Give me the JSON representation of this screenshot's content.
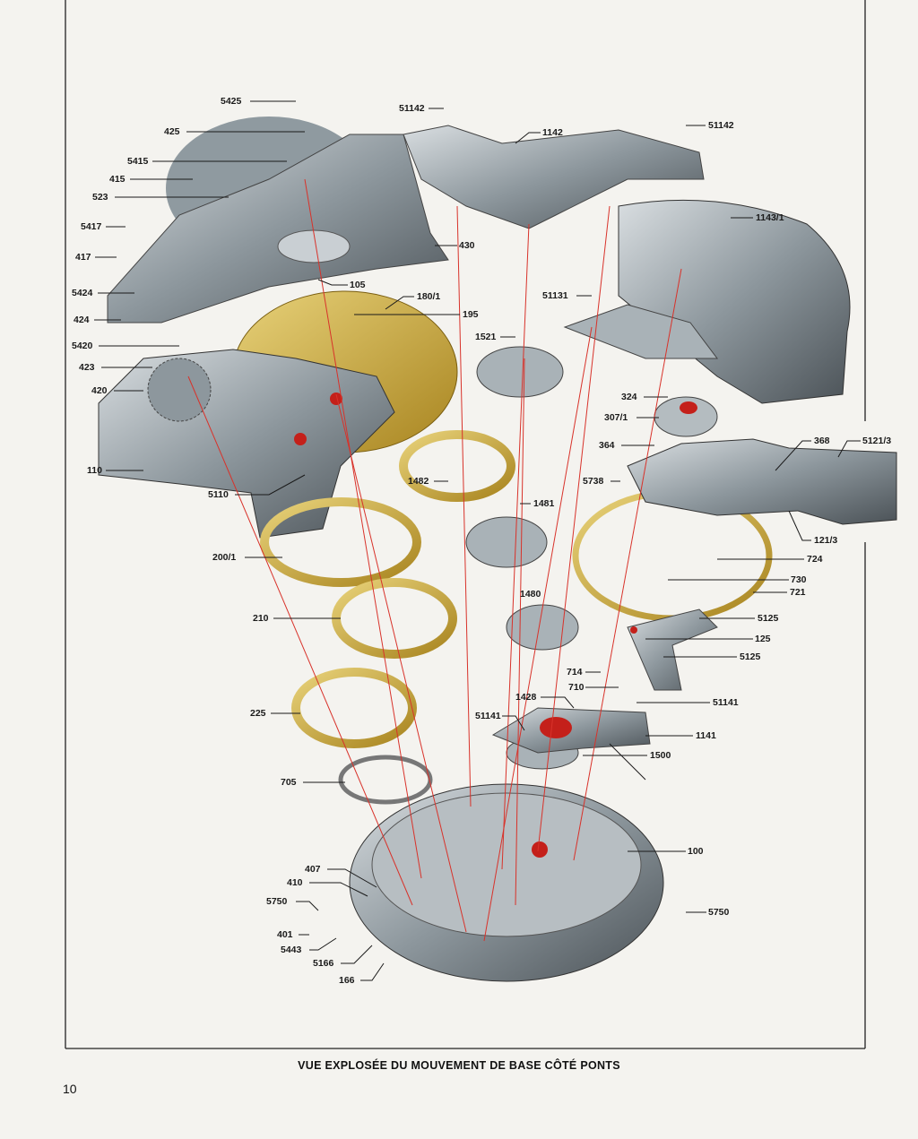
{
  "caption": "VUE EXPLOSÉE DU MOUVEMENT DE BASE CÔTÉ PONTS",
  "page_number": "10",
  "colors": {
    "steel": "#9aa3a8",
    "brass": "#c9a93a",
    "jewel": "#c4201a",
    "guide_line": "#d8322a",
    "frame": "#222222"
  },
  "labels": {
    "l5425": "5425",
    "l425": "425",
    "l5415": "5415",
    "l415": "415",
    "l523": "523",
    "l5417": "5417",
    "l417": "417",
    "l5424": "5424",
    "l424": "424",
    "l5420": "5420",
    "l423": "423",
    "l420": "420",
    "l110": "110",
    "l5110": "5110",
    "l2001": "200/1",
    "l210": "210",
    "l225": "225",
    "l705": "705",
    "l407": "407",
    "l410": "410",
    "l5750a": "5750",
    "l401": "401",
    "l5443": "5443",
    "l5166": "5166",
    "l166": "166",
    "l51142a": "51142",
    "l1142": "1142",
    "l51142b": "51142",
    "l11431": "1143/1",
    "l430": "430",
    "l105": "105",
    "l1801": "180/1",
    "l195": "195",
    "l51131": "51131",
    "l1521": "1521",
    "l324": "324",
    "l3071": "307/1",
    "l364": "364",
    "l368": "368",
    "l51213": "5121/3",
    "l5738": "5738",
    "l1482": "1482",
    "l1481": "1481",
    "l1213": "121/3",
    "l724": "724",
    "l730": "730",
    "l721": "721",
    "l1480": "1480",
    "l5125a": "5125",
    "l125": "125",
    "l5125b": "5125",
    "l714": "714",
    "l710": "710",
    "l1428": "1428",
    "l51141a": "51141",
    "l51141b": "51141",
    "l1141": "1141",
    "l1500": "1500",
    "l100": "100",
    "l5750b": "5750"
  }
}
